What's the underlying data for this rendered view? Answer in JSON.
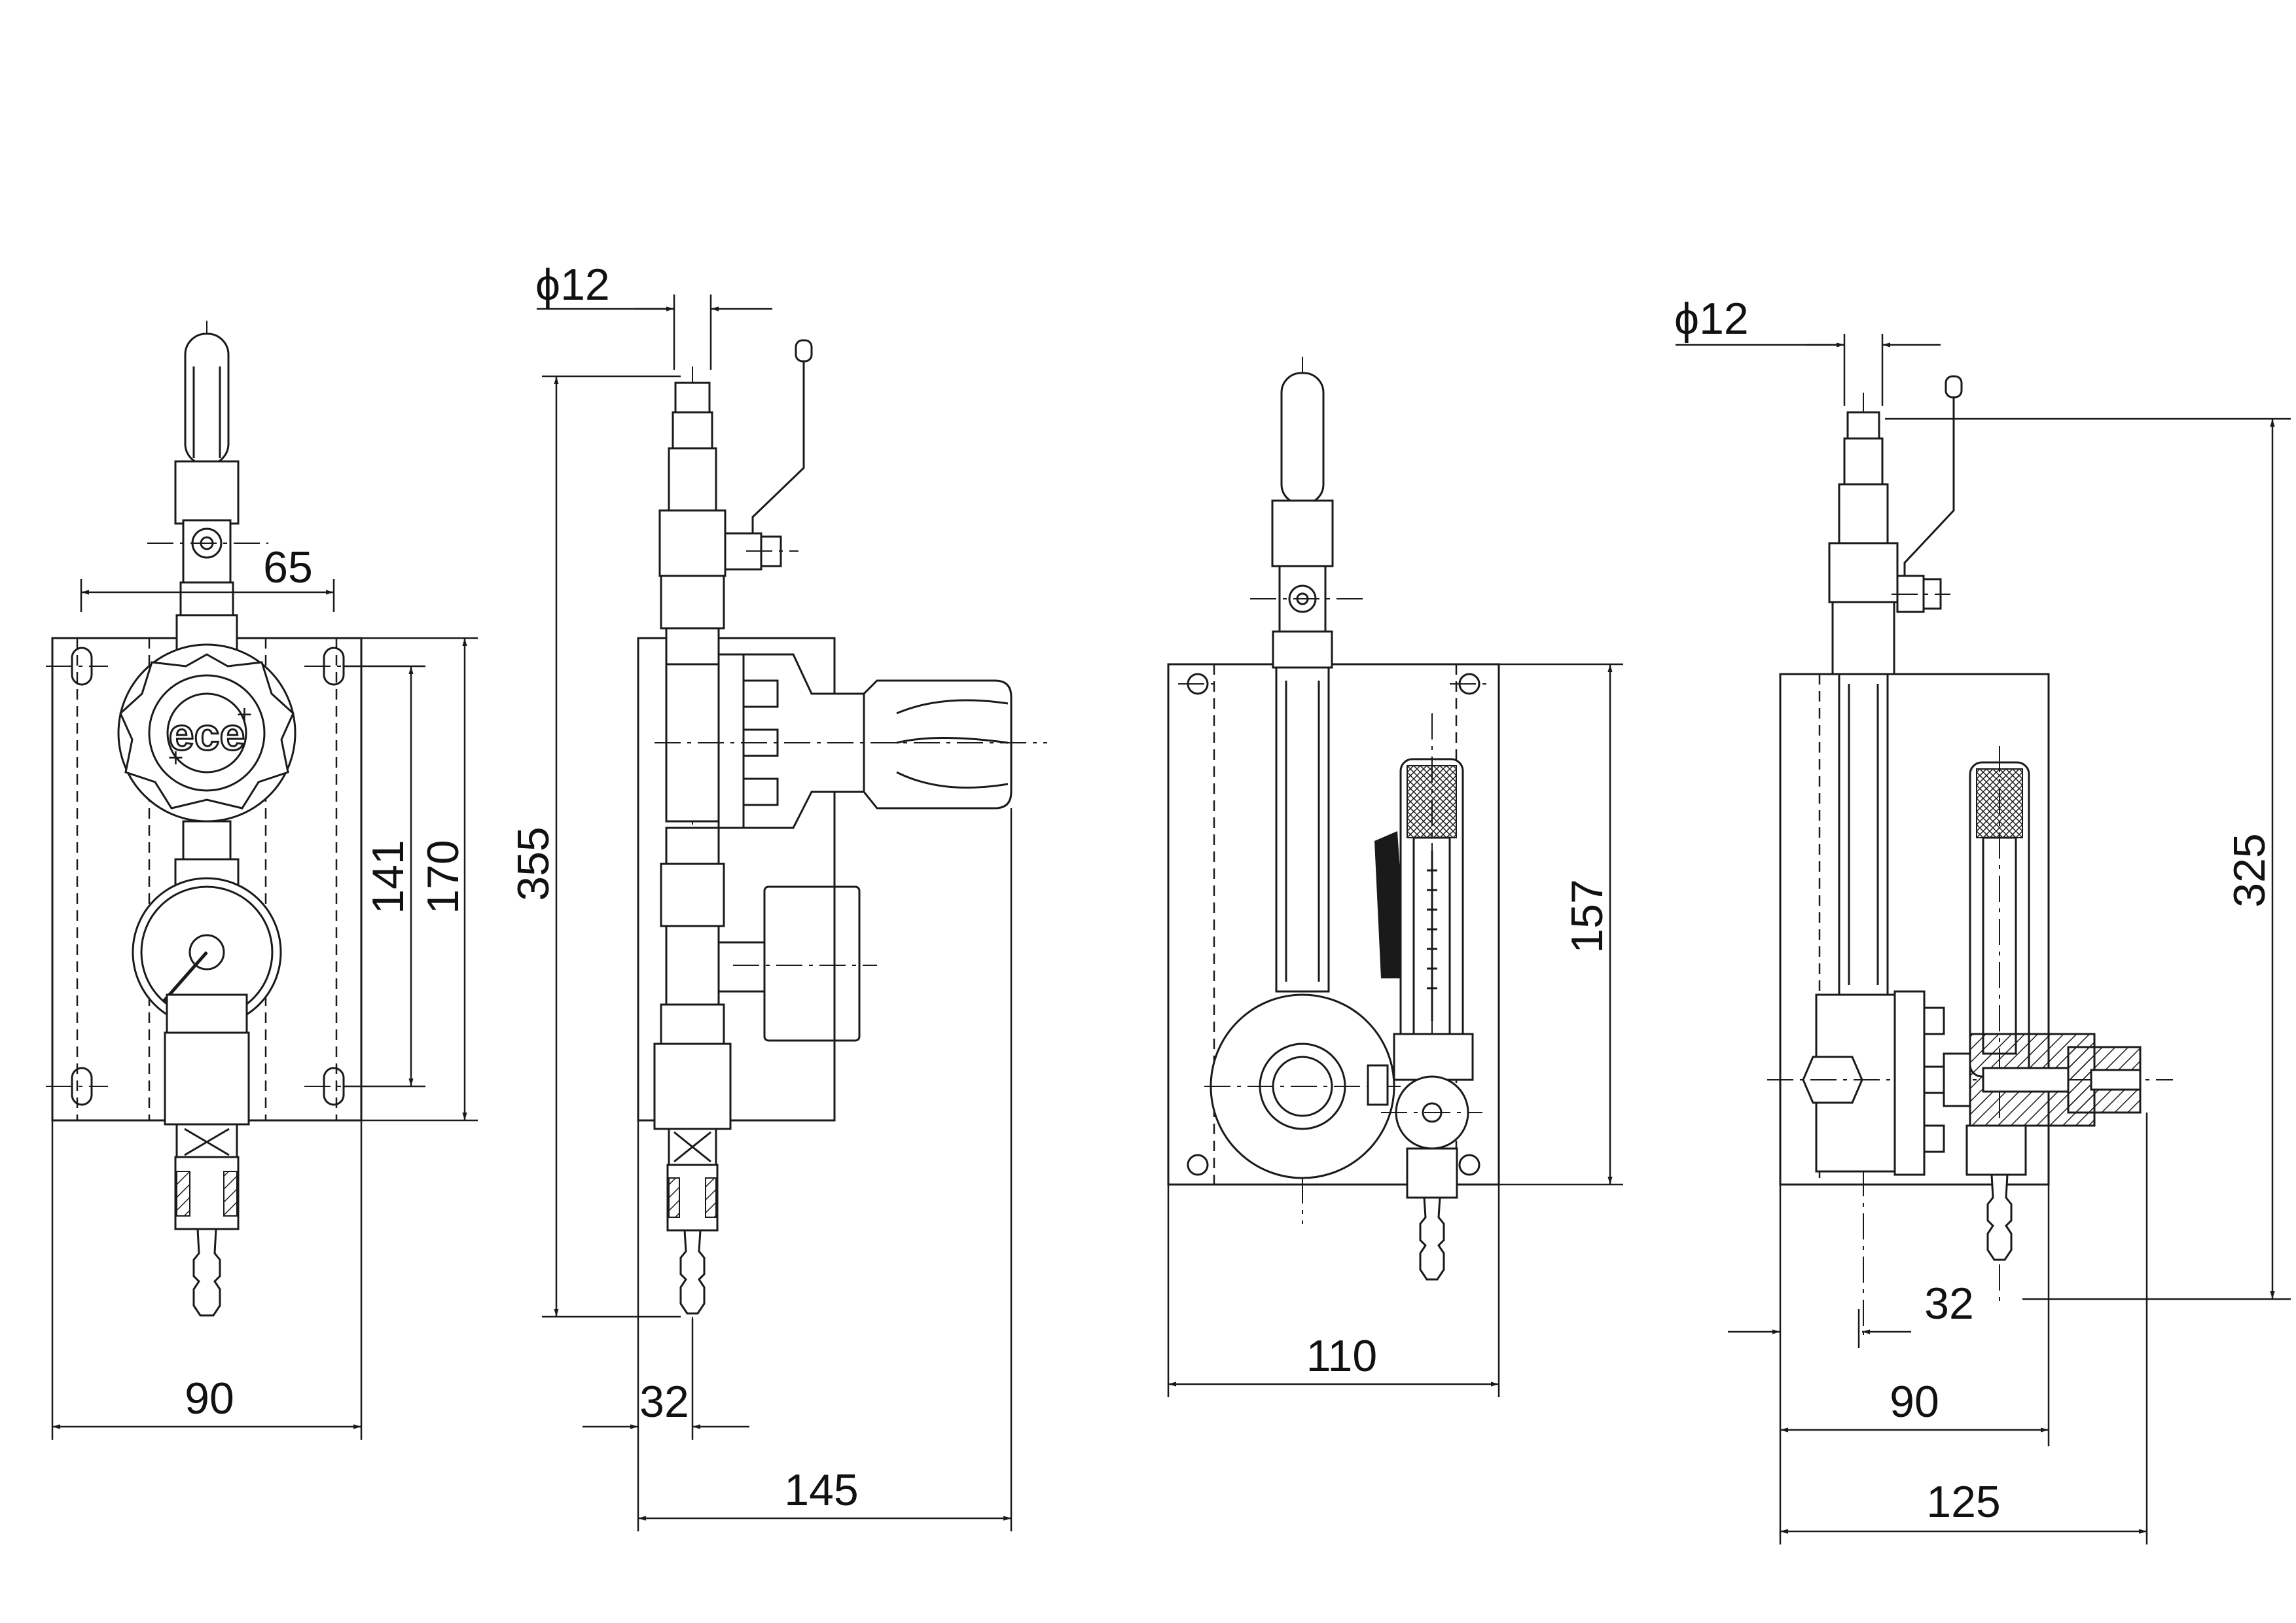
{
  "views": {
    "front": {
      "width_label": "90",
      "upper_span_label": "65",
      "inner_height_label": "141",
      "outer_height_label": "170"
    },
    "side": {
      "pipe_label": "ϕ12",
      "height_label": "355",
      "offset_label": "32",
      "depth_label": "145"
    },
    "flowmeter_front": {
      "height_label": "157",
      "width_label": "110"
    },
    "flowmeter_side": {
      "pipe_label": "ϕ12",
      "height_label": "325",
      "offset_label": "32",
      "width_label": "90",
      "depth_label": "125"
    }
  },
  "logo_text": "ece"
}
